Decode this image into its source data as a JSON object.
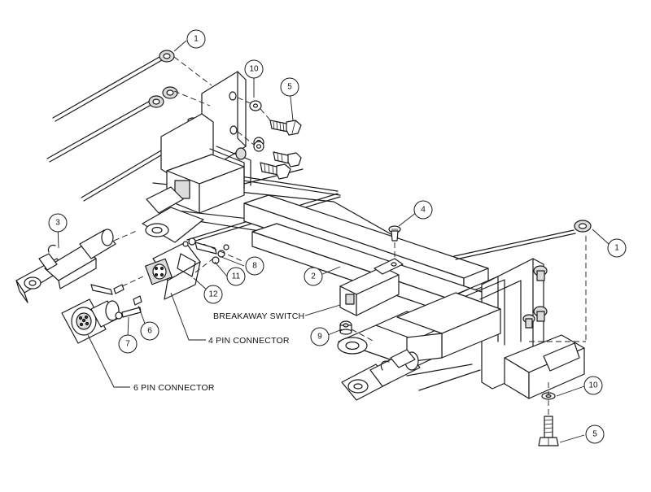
{
  "callouts": {
    "c1a": "1",
    "c1b": "1",
    "c2": "2",
    "c3": "3",
    "c4": "4",
    "c5a": "5",
    "c5b": "5",
    "c6": "6",
    "c7": "7",
    "c8": "8",
    "c9": "9",
    "c10a": "10",
    "c10b": "10",
    "c11": "11",
    "c12": "12"
  },
  "labels": {
    "breakaway_switch": "BREAKAWAY SWITCH",
    "four_pin_connector": "4 PIN CONNECTOR",
    "six_pin_connector": "6 PIN CONNECTOR"
  }
}
